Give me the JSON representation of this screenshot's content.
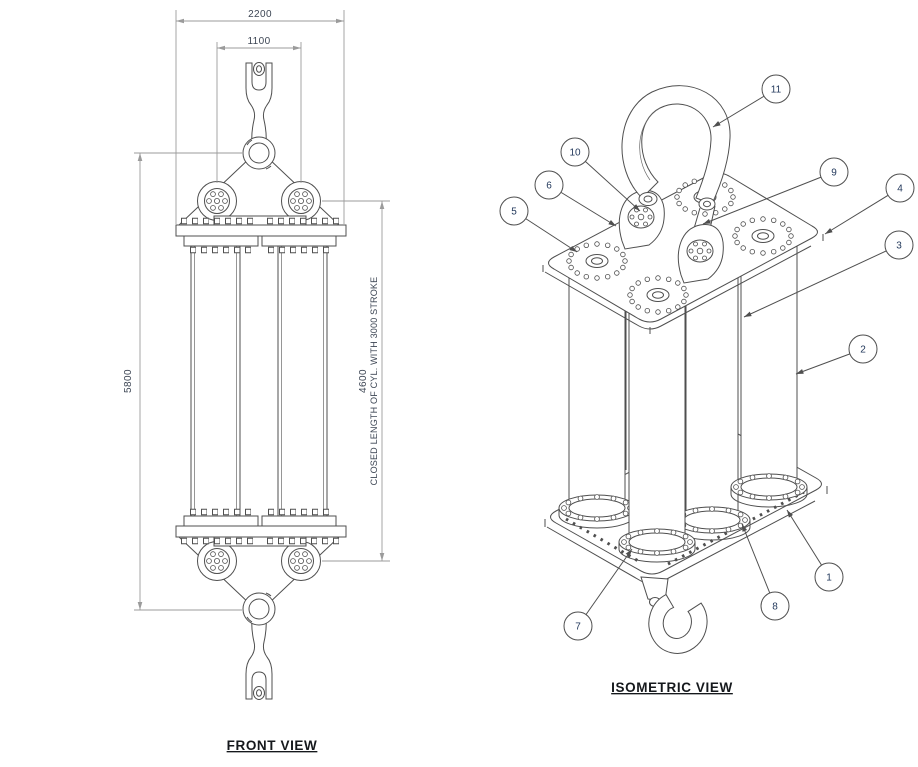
{
  "drawing": {
    "background_color": "#ffffff",
    "edge_color": "#4f4f4f",
    "dimension_line_color": "#9b9b9b",
    "dimension_text_color": "#3d4654",
    "balloon_text_color": "#23395c",
    "title_color": "#15181c"
  },
  "front_view": {
    "title": "FRONT VIEW",
    "dims": {
      "overall_width": "2200",
      "shackle_spacing": "1100",
      "overall_height": "5800",
      "closed_length": "4600",
      "closed_length_note": "CLOSED LENGTH OF CYL. WITH 3000 STROKE"
    }
  },
  "isometric_view": {
    "title": "ISOMETRIC VIEW",
    "balloons": [
      {
        "number": "1"
      },
      {
        "number": "2"
      },
      {
        "number": "3"
      },
      {
        "number": "4"
      },
      {
        "number": "5"
      },
      {
        "number": "6"
      },
      {
        "number": "7"
      },
      {
        "number": "8"
      },
      {
        "number": "9"
      },
      {
        "number": "10"
      },
      {
        "number": "11"
      }
    ]
  }
}
